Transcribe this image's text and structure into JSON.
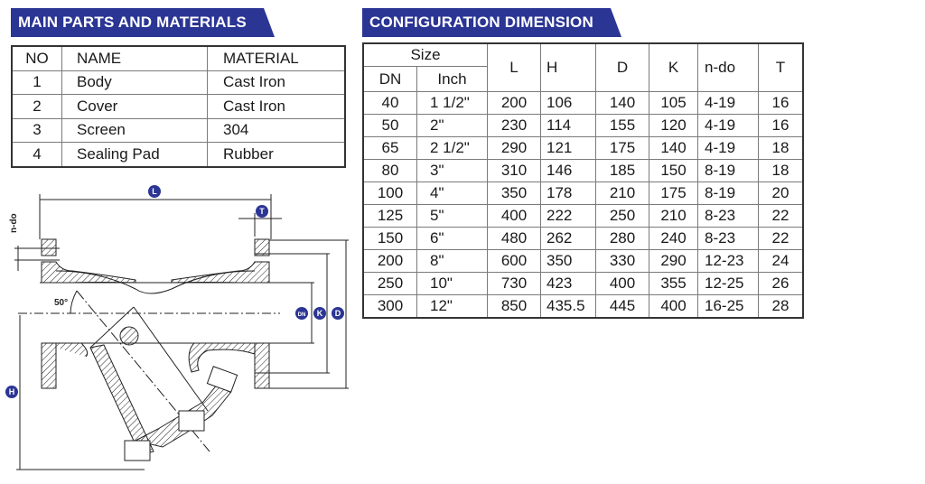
{
  "parts_section": {
    "title": "MAIN PARTS AND MATERIALS",
    "columns": [
      "NO",
      "NAME",
      "MATERIAL"
    ],
    "rows": [
      {
        "no": "1",
        "name": "Body",
        "material": "Cast Iron"
      },
      {
        "no": "2",
        "name": "Cover",
        "material": "Cast Iron"
      },
      {
        "no": "3",
        "name": "Screen",
        "material": "304"
      },
      {
        "no": "4",
        "name": "Sealing Pad",
        "material": "Rubber"
      }
    ]
  },
  "dimension_section": {
    "title": "CONFIGURATION DIMENSION",
    "group_header": "Size",
    "columns": [
      "DN",
      "Inch",
      "L",
      "H",
      "D",
      "K",
      "n-do",
      "T"
    ],
    "rows": [
      [
        "40",
        "1 1/2\"",
        "200",
        "106",
        "140",
        "105",
        "4-19",
        "16"
      ],
      [
        "50",
        "2\"",
        "230",
        "114",
        "155",
        "120",
        "4-19",
        "16"
      ],
      [
        "65",
        "2 1/2\"",
        "290",
        "121",
        "175",
        "140",
        "4-19",
        "18"
      ],
      [
        "80",
        "3\"",
        "310",
        "146",
        "185",
        "150",
        "8-19",
        "18"
      ],
      [
        "100",
        "4\"",
        "350",
        "178",
        "210",
        "175",
        "8-19",
        "20"
      ],
      [
        "125",
        "5\"",
        "400",
        "222",
        "250",
        "210",
        "8-23",
        "22"
      ],
      [
        "150",
        "6\"",
        "480",
        "262",
        "280",
        "240",
        "8-23",
        "22"
      ],
      [
        "200",
        "8\"",
        "600",
        "350",
        "330",
        "290",
        "12-23",
        "24"
      ],
      [
        "250",
        "10\"",
        "730",
        "423",
        "400",
        "355",
        "12-25",
        "26"
      ],
      [
        "300",
        "12\"",
        "850",
        "435.5",
        "445",
        "400",
        "16-25",
        "28"
      ]
    ]
  },
  "diagram": {
    "labels": {
      "L": "L",
      "T": "T",
      "H": "H",
      "DN": "DN",
      "K": "K",
      "D": "D",
      "n_do": "n-do",
      "angle": "50°"
    },
    "badge_color": "#2b3594"
  },
  "colors": {
    "banner": "#2b3594",
    "banner_text": "#ffffff",
    "border": "#333333"
  }
}
